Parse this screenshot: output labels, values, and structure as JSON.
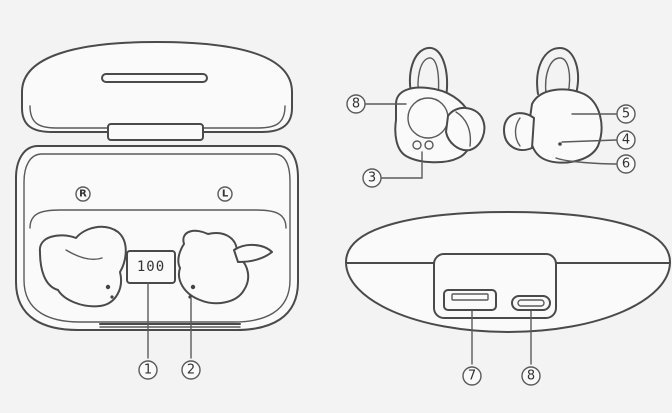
{
  "case_open": {
    "lid_marks": {
      "right": "R",
      "left": "L"
    },
    "display_reading": "100"
  },
  "callouts": {
    "c1": "1",
    "c2": "2",
    "c3": "3",
    "c4": "4",
    "c5": "5",
    "c6": "6",
    "c7": "7",
    "c8_earbud": "8",
    "c8_port": "8"
  }
}
